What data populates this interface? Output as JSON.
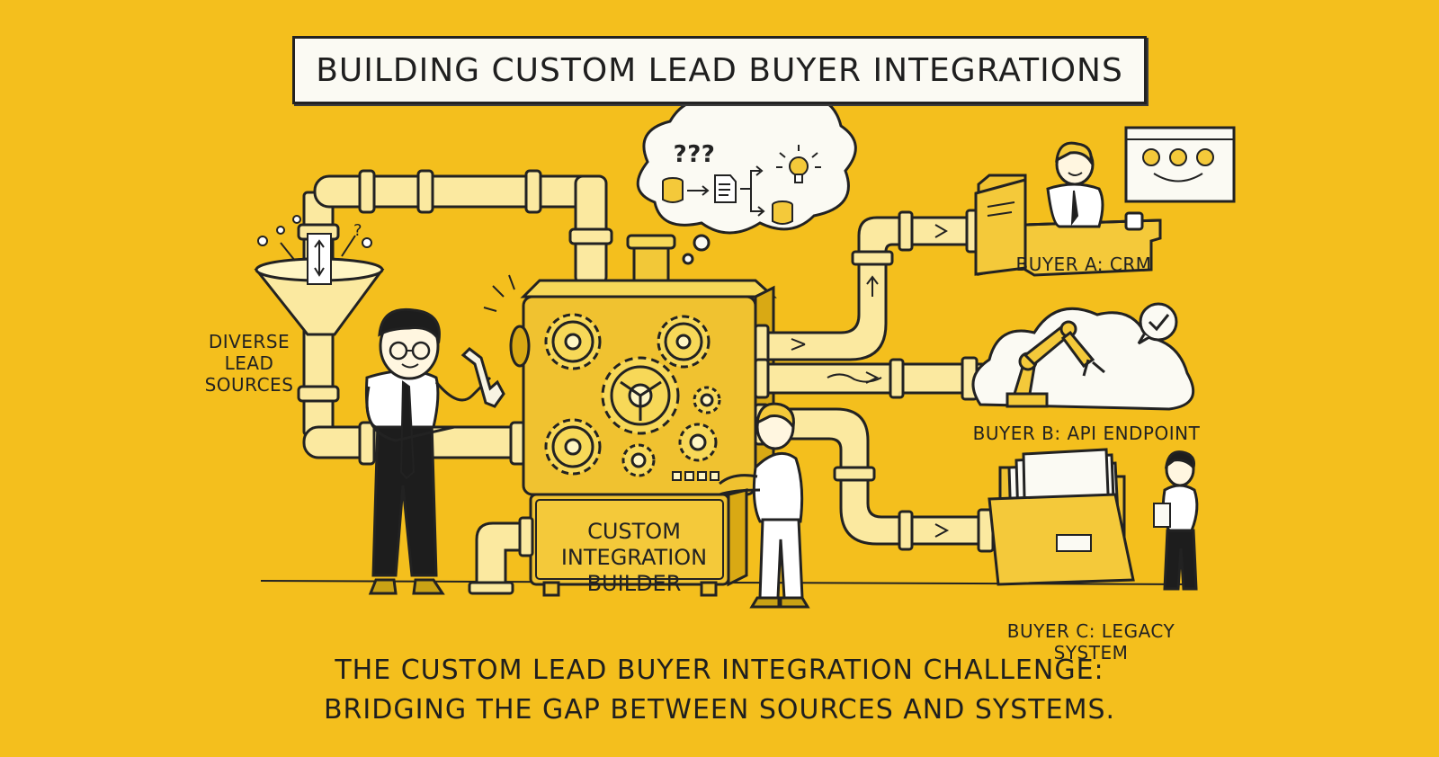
{
  "title": "BUILDING CUSTOM LEAD BUYER INTEGRATIONS",
  "sources_label": [
    "DIVERSE",
    "LEAD",
    "SOURCES"
  ],
  "machine_label": [
    "CUSTOM",
    "INTEGRATION",
    "BUILDER"
  ],
  "thought_bubble_text": "???",
  "buyers": {
    "a": "BUYER A: CRM",
    "b": "BUYER B: API ENDPOINT",
    "c": "BUYER C: LEGACY SYSTEM"
  },
  "caption": {
    "line1": "THE CUSTOM LEAD BUYER INTEGRATION CHALLENGE:",
    "line2": "BRIDGING THE GAP BETWEEN SOURCES AND SYSTEMS."
  },
  "colors": {
    "background": "#f4bf1d",
    "ink": "#222222",
    "paper": "#fbfaf3",
    "pipe": "#fbe9a0"
  },
  "icons": [
    "funnel-icon",
    "gear-icon",
    "lightbulb-icon",
    "database-icon",
    "document-icon",
    "robot-arm-icon",
    "cloud-icon",
    "checkmark-icon",
    "folder-icon",
    "wrench-icon",
    "computer-monitor-icon",
    "coffee-mug-icon"
  ]
}
